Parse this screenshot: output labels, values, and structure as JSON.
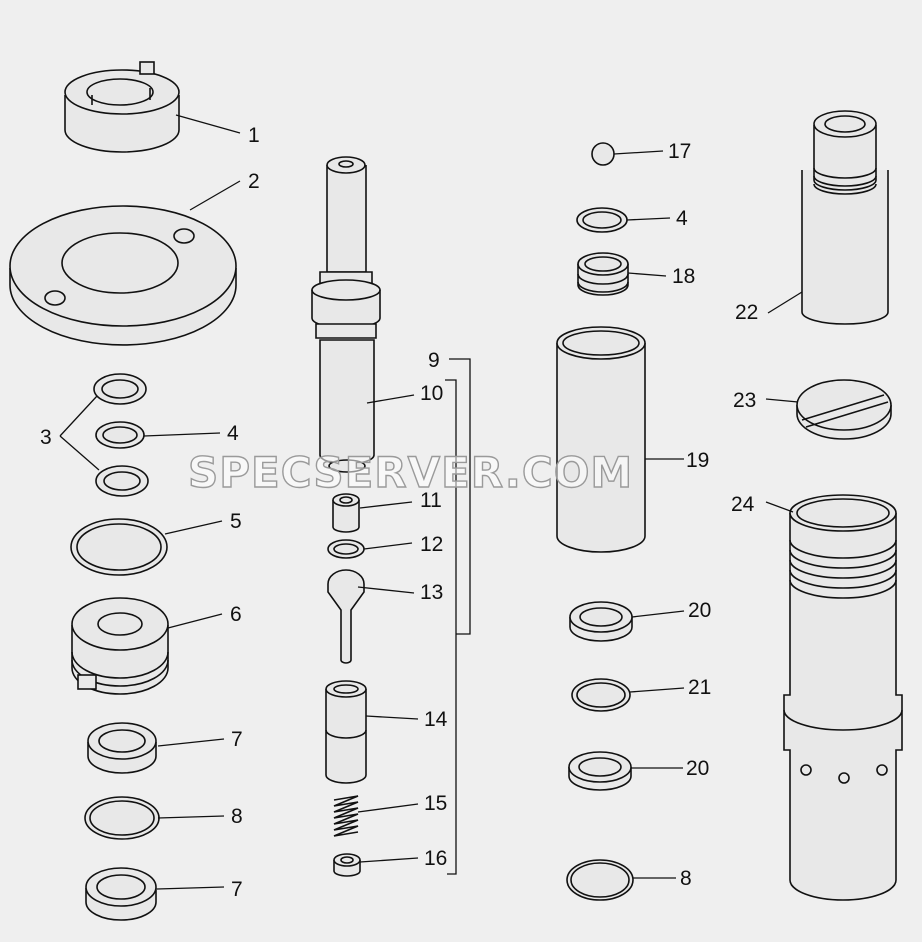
{
  "watermark": "SPECSERVER.COM",
  "callouts": {
    "c1": "1",
    "c2": "2",
    "c3": "3",
    "c4a": "4",
    "c5": "5",
    "c6": "6",
    "c7a": "7",
    "c8a": "8",
    "c7b": "7",
    "c9": "9",
    "c10": "10",
    "c11": "11",
    "c12": "12",
    "c13": "13",
    "c14": "14",
    "c15": "15",
    "c16": "16",
    "c17": "17",
    "c4b": "4",
    "c18": "18",
    "c19": "19",
    "c20a": "20",
    "c21": "21",
    "c20b": "20",
    "c8b": "8",
    "c22": "22",
    "c23": "23",
    "c24": "24"
  }
}
